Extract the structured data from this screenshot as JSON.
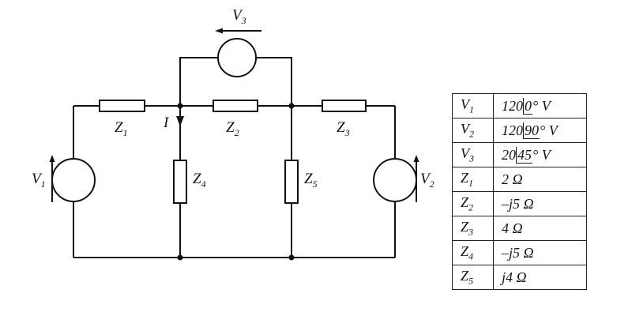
{
  "circuit": {
    "sources": [
      {
        "sym": "V",
        "sub": "1"
      },
      {
        "sym": "V",
        "sub": "2"
      },
      {
        "sym": "V",
        "sub": "3"
      }
    ],
    "impedances": [
      {
        "sym": "Z",
        "sub": "1"
      },
      {
        "sym": "Z",
        "sub": "2"
      },
      {
        "sym": "Z",
        "sub": "3"
      },
      {
        "sym": "Z",
        "sub": "4"
      },
      {
        "sym": "Z",
        "sub": "5"
      }
    ],
    "current_label": "I"
  },
  "table": {
    "rows": [
      {
        "sym": "V",
        "sub": "1",
        "mag": "120",
        "angle": "0",
        "unit": "° V"
      },
      {
        "sym": "V",
        "sub": "2",
        "mag": "120",
        "angle": "90",
        "unit": "° V"
      },
      {
        "sym": "V",
        "sub": "3",
        "mag": "20",
        "angle": "45",
        "unit": "° V"
      },
      {
        "sym": "Z",
        "sub": "1",
        "value": "2 Ω"
      },
      {
        "sym": "Z",
        "sub": "2",
        "value": "–j5 Ω"
      },
      {
        "sym": "Z",
        "sub": "3",
        "value": "4 Ω"
      },
      {
        "sym": "Z",
        "sub": "4",
        "value": "–j5 Ω"
      },
      {
        "sym": "Z",
        "sub": "5",
        "value": "j4 Ω"
      }
    ]
  }
}
